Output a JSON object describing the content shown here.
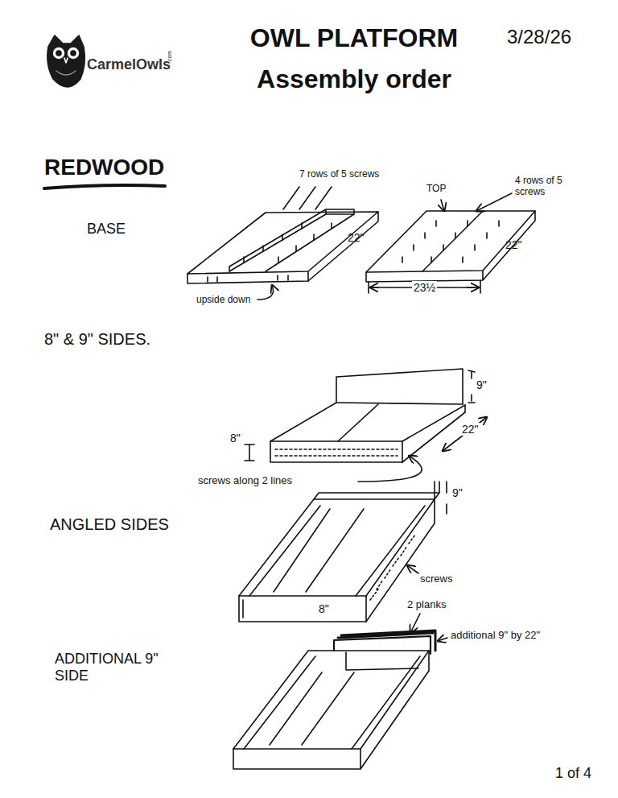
{
  "diagram": {
    "title": "OWL PLATFORM Assembly order",
    "labels": [
      "CarmelOwls",
      ".com",
      "3/28/26",
      "REDWOOD",
      "BASE",
      "7 rows of 5 screws",
      "TOP",
      "4 rows of 5 screws",
      "22\"",
      "22\"",
      "upside down",
      "23½",
      "8\" & 9\" SIDES.",
      "9\"",
      "8\"",
      "22\"",
      "screws along 2 lines",
      "ANGLED SIDES",
      "9\"",
      "8\"",
      "screws",
      "2 planks",
      "additional 9\" by 22\"",
      "ADDITIONAL 9\" SIDE",
      "1 of 4"
    ]
  }
}
